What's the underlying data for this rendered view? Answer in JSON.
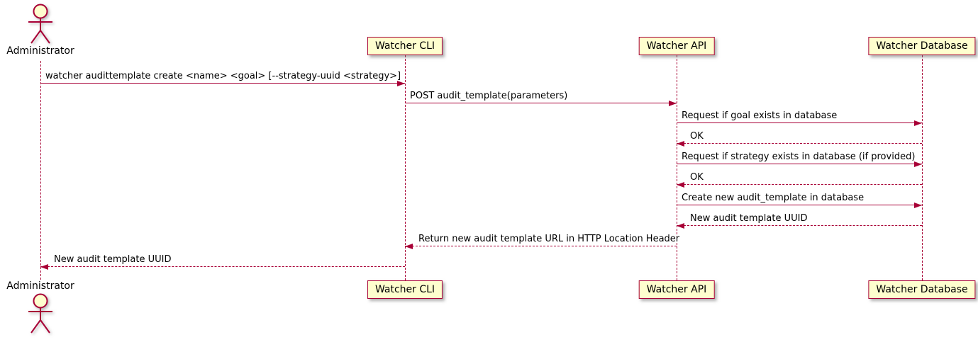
{
  "diagram_type": "sequence",
  "colors": {
    "accent": "#A80036",
    "participant_fill": "#FEFECE",
    "text": "#000000",
    "background": "#FFFFFF"
  },
  "participants": {
    "administrator": {
      "label": "Administrator",
      "type": "actor"
    },
    "watcher_cli": {
      "label": "Watcher CLI",
      "type": "participant"
    },
    "watcher_api": {
      "label": "Watcher API",
      "type": "participant"
    },
    "watcher_database": {
      "label": "Watcher Database",
      "type": "participant"
    }
  },
  "messages": [
    {
      "from": "Administrator",
      "to": "Watcher CLI",
      "line": "solid",
      "text": "watcher audittemplate create <name> <goal> [--strategy-uuid <strategy>]"
    },
    {
      "from": "Watcher CLI",
      "to": "Watcher API",
      "line": "solid",
      "text": "POST audit_template(parameters)"
    },
    {
      "from": "Watcher API",
      "to": "Watcher Database",
      "line": "solid",
      "text": "Request if goal exists in database"
    },
    {
      "from": "Watcher Database",
      "to": "Watcher API",
      "line": "dashed",
      "text": "OK"
    },
    {
      "from": "Watcher API",
      "to": "Watcher Database",
      "line": "solid",
      "text": "Request if strategy exists in database (if provided)"
    },
    {
      "from": "Watcher Database",
      "to": "Watcher API",
      "line": "dashed",
      "text": "OK"
    },
    {
      "from": "Watcher API",
      "to": "Watcher Database",
      "line": "solid",
      "text": "Create new audit_template in database"
    },
    {
      "from": "Watcher Database",
      "to": "Watcher API",
      "line": "dashed",
      "text": "New audit template UUID"
    },
    {
      "from": "Watcher API",
      "to": "Watcher CLI",
      "line": "dashed",
      "text": "Return new audit template URL in HTTP Location Header"
    },
    {
      "from": "Watcher CLI",
      "to": "Administrator",
      "line": "dashed",
      "text": "New audit template UUID"
    }
  ]
}
